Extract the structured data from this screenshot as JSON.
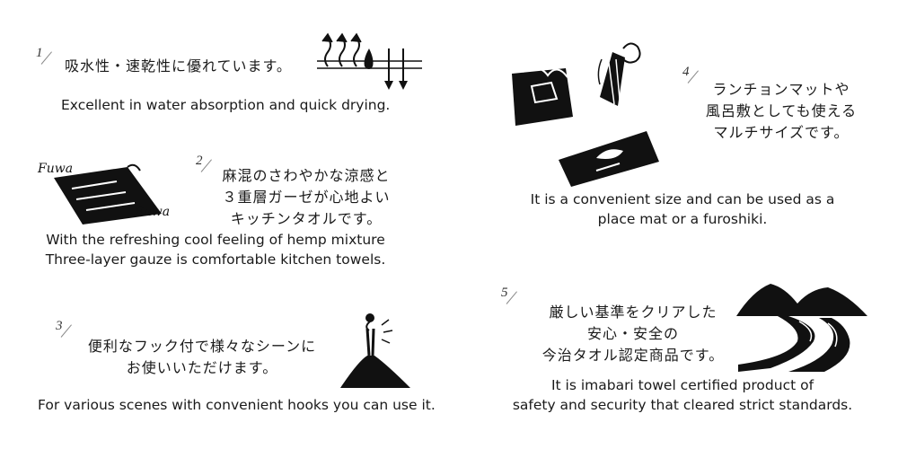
{
  "items": [
    {
      "number": "1",
      "jp": [
        "吸水性・速乾性に優れています。"
      ],
      "en": [
        "Excellent in water absorption and quick drying."
      ],
      "icon": "water-drying-icon"
    },
    {
      "number": "2",
      "jp": [
        "麻混のさわやかな涼感と",
        "３重層ガーゼが心地よい",
        "キッチンタオルです。"
      ],
      "en": [
        "With the refreshing cool feeling of hemp mixture",
        "Three-layer gauze is comfortable kitchen towels."
      ],
      "icon": "fluffy-towel-icon",
      "icon_text": [
        "Fuwa",
        "Fuwa"
      ]
    },
    {
      "number": "3",
      "jp": [
        "便利なフック付で様々なシーンに",
        "お使いいただけます。"
      ],
      "en": [
        "For various scenes with convenient hooks you can use it."
      ],
      "icon": "hook-mountain-icon"
    },
    {
      "number": "4",
      "jp": [
        "ランチョンマットや",
        "風呂敷としても使える",
        "マルチサイズです。"
      ],
      "en": [
        "It is a convenient size and can be used as a",
        "place mat or a furoshiki."
      ],
      "icon": "furoshiki-placemat-icon"
    },
    {
      "number": "5",
      "jp": [
        "厳しい基準をクリアした",
        "安心・安全の",
        "今治タオル認定商品です。"
      ],
      "en": [
        "It is imabari towel certified product of",
        "safety and security that cleared strict standards."
      ],
      "icon": "mountain-river-icon"
    }
  ]
}
